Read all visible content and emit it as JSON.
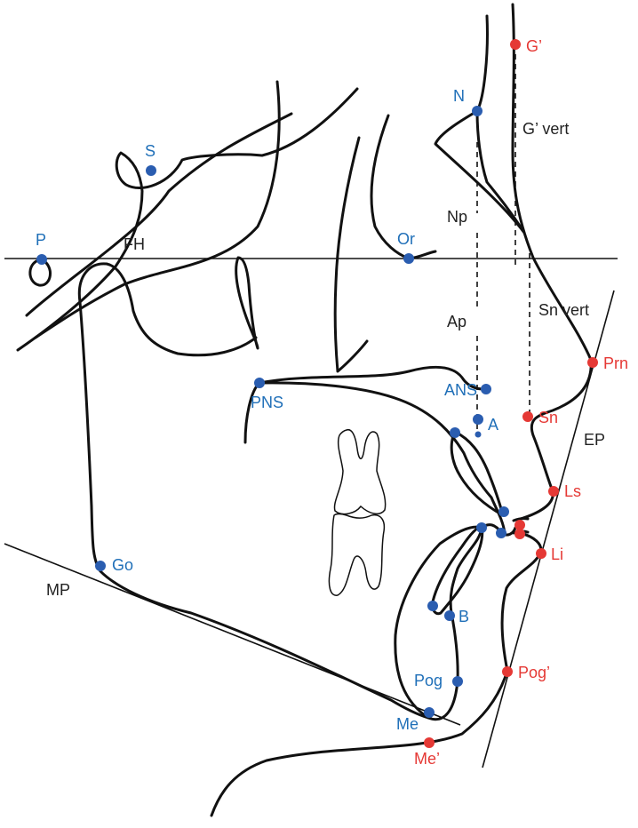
{
  "colors": {
    "skeletal_landmark": "#2a5db0",
    "soft_tissue_landmark": "#e53935",
    "skeletal_label": "#1f6fb8",
    "soft_tissue_label": "#e53935",
    "line": "#111111"
  },
  "skeletal_landmarks": {
    "S": "S",
    "N": "N",
    "P": "P",
    "Or": "Or",
    "PNS": "PNS",
    "ANS": "ANS",
    "A": "A",
    "Go": "Go",
    "B": "B",
    "Pog": "Pog",
    "Me": "Me"
  },
  "soft_tissue_landmarks": {
    "G_prime": "G’",
    "Prn": "Prn",
    "Sn": "Sn",
    "Ls": "Ls",
    "Li": "Li",
    "Pog_prime": "Pog’",
    "Me_prime": "Me’"
  },
  "reference_lines": {
    "FH": "FH",
    "MP": "MP",
    "EP": "EP",
    "G_vert": "G’ vert",
    "Sn_vert": "Sn vert",
    "Np": "Np",
    "Ap": "Ap"
  }
}
